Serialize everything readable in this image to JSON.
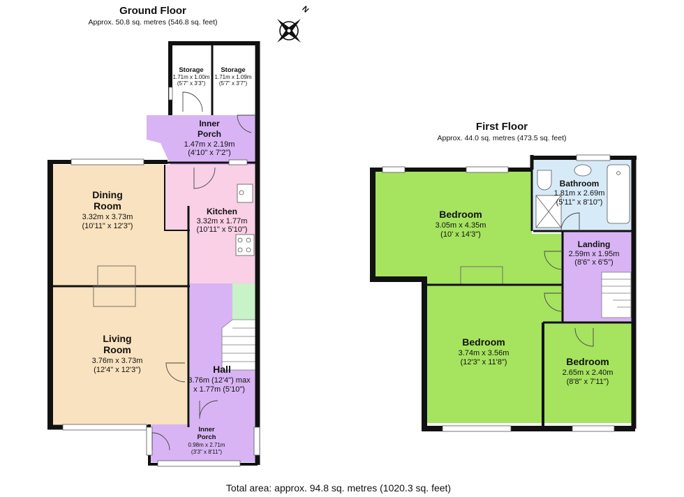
{
  "ground_floor": {
    "title": "Ground Floor",
    "area": "Approx. 50.8 sq. metres (546.8 sq. feet)",
    "rooms": {
      "storage_1": {
        "name": "Storage",
        "dim_m": "1.71m x 1.00m",
        "dim_ft": "(5'7\" x 3'3\")"
      },
      "storage_2": {
        "name": "Storage",
        "dim_m": "1.71m x 1.09m",
        "dim_ft": "(5'7\" x 3'7\")"
      },
      "inner_porch_top": {
        "name_1": "Inner",
        "name_2": "Porch",
        "dim_m": "1.47m x 2.19m",
        "dim_ft": "(4'10\" x 7'2\")"
      },
      "dining_room": {
        "name_1": "Dining",
        "name_2": "Room",
        "dim_m": "3.32m x 3.73m",
        "dim_ft": "(10'11\" x 12'3\")"
      },
      "kitchen": {
        "name": "Kitchen",
        "dim_m": "3.32m x 1.77m",
        "dim_ft": "(10'11\" x 5'10\")"
      },
      "living_room": {
        "name_1": "Living",
        "name_2": "Room",
        "dim_m": "3.76m x 3.73m",
        "dim_ft": "(12'4\" x 12'3\")"
      },
      "hall": {
        "name": "Hall",
        "dim_1": "3.76m (12'4\") max",
        "dim_2": "x 1.77m (5'10\")"
      },
      "inner_porch_bottom": {
        "name_1": "Inner",
        "name_2": "Porch",
        "dim_m": "0.98m x 2.71m",
        "dim_ft": "(3'3\" x 8'11\")"
      }
    }
  },
  "first_floor": {
    "title": "First Floor",
    "area": "Approx. 44.0 sq. metres (473.5 sq. feet)",
    "rooms": {
      "bedroom_1": {
        "name": "Bedroom",
        "dim_m": "3.05m x 4.35m",
        "dim_ft": "(10' x 14'3\")"
      },
      "bathroom": {
        "name": "Bathroom",
        "dim_m": "1.81m x 2.69m",
        "dim_ft": "(5'11\" x 8'10\")"
      },
      "landing": {
        "name": "Landing",
        "dim_m": "2.59m x 1.95m",
        "dim_ft": "(8'6\" x 6'5\")"
      },
      "bedroom_2": {
        "name": "Bedroom",
        "dim_m": "3.74m x 3.56m",
        "dim_ft": "(12'3\" x 11'8\")"
      },
      "bedroom_3": {
        "name": "Bedroom",
        "dim_m": "2.65m x 2.40m",
        "dim_ft": "(8'8\" x 7'11\")"
      }
    }
  },
  "compass_letter": "N",
  "total_area": "Total area: approx. 94.8 sq. metres (1020.3 sq. feet)",
  "colors": {
    "wall": "#111111",
    "purple": "#d8b4f4",
    "peach": "#f9e2bf",
    "pink": "#f9d0e6",
    "green": "#a6e35f",
    "bathroom": "#d7eaf7",
    "stairs_green": "#c8f2c8"
  }
}
